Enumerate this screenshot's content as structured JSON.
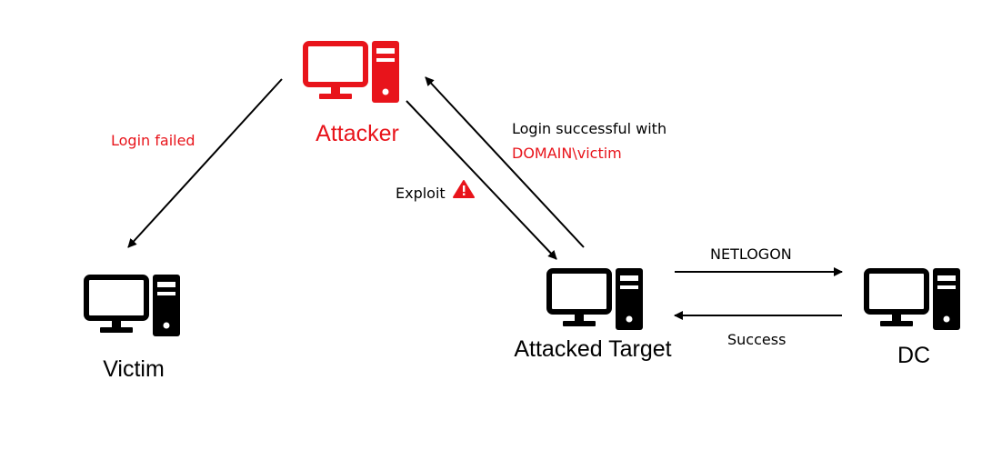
{
  "colors": {
    "attacker": "#e8141b",
    "normal": "#000000",
    "background": "#ffffff"
  },
  "nodes": {
    "attacker": {
      "label": "Attacker",
      "icon": "computer-icon",
      "color": "#e8141b"
    },
    "victim": {
      "label": "Victim",
      "icon": "computer-icon",
      "color": "#000000"
    },
    "target": {
      "label": "Attacked Target",
      "icon": "computer-icon",
      "color": "#000000"
    },
    "dc": {
      "label": "DC",
      "icon": "computer-icon",
      "color": "#000000"
    }
  },
  "edges": {
    "login_failed": {
      "label": "Login failed",
      "color": "#e8141b"
    },
    "exploit": {
      "label": "Exploit",
      "icon": "warning-icon"
    },
    "login_success": {
      "line1": "Login successful with",
      "line2": "DOMAIN\\victim"
    },
    "netlogon": {
      "label": "NETLOGON"
    },
    "success": {
      "label": "Success"
    }
  }
}
